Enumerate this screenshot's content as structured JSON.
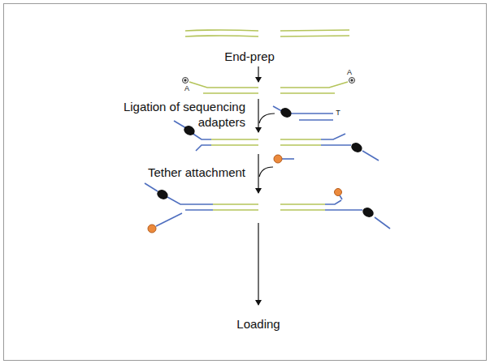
{
  "diagram": {
    "labels": [
      "End-prep",
      "A",
      "A",
      "Ligation of sequencing adapters",
      "T",
      "Tether attachment",
      "Loading"
    ]
  }
}
